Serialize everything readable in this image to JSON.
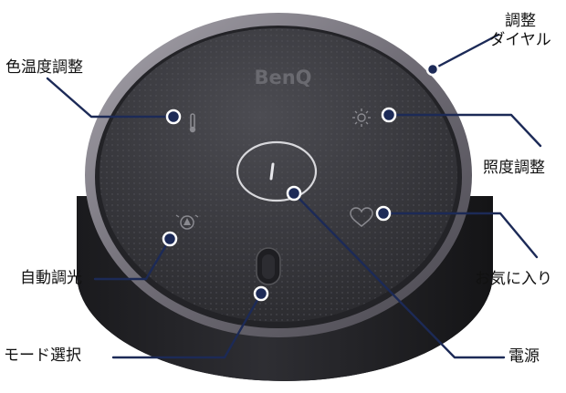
{
  "device": {
    "brand": "BenQ",
    "icons": {
      "color_temperature": "thermometer-icon",
      "illuminance": "sun-icon",
      "favorite": "heart-icon",
      "auto_dimming": "auto-sensor-icon",
      "power": "power-icon",
      "mode": "mode-select-pill-icon"
    }
  },
  "callouts": {
    "color_temperature": "色温度調整",
    "dial_line1": "調整",
    "dial_line2": "ダイヤル",
    "illuminance": "照度調整",
    "favorite": "お気に入り",
    "auto_dimming": "自動調光",
    "mode_select": "モード選択",
    "power": "電源"
  },
  "colors": {
    "line": "#1c2a57",
    "dot": "#1c2a57",
    "dot_ring": "#ffffff",
    "top_surface": "#3c3c40",
    "rim": "#8b8890",
    "body": "#242428"
  }
}
